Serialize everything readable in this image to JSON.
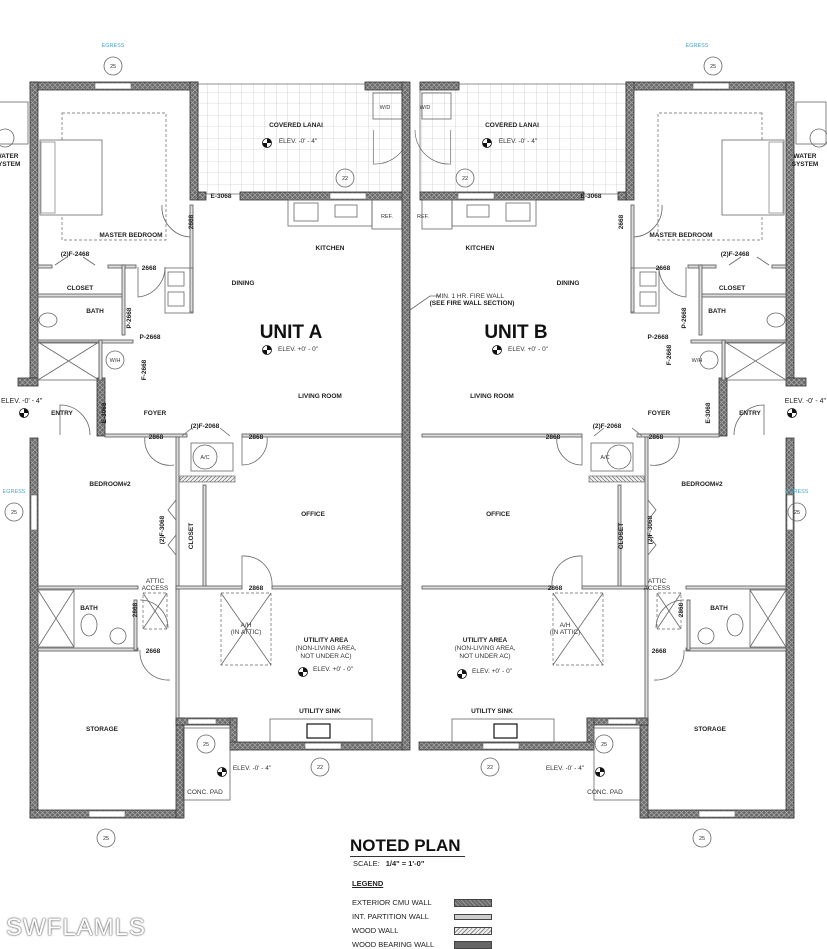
{
  "plan": {
    "title": "NOTED PLAN",
    "scale_label": "SCALE:",
    "scale_value": "1/4\" = 1'-0\"",
    "legend_title": "LEGEND",
    "legend": [
      {
        "label": "EXTERIOR CMU WALL",
        "swatch": "cmu"
      },
      {
        "label": "INT. PARTITION WALL",
        "swatch": "partition"
      },
      {
        "label": "WOOD WALL",
        "swatch": "wood"
      },
      {
        "label": "WOOD BEARING WALL",
        "swatch": "bearing"
      }
    ]
  },
  "units": {
    "a": "UNIT A",
    "b": "UNIT B"
  },
  "rooms": {
    "covered_lanai": "COVERED LANAI",
    "master_bedroom": "MASTER BEDROOM",
    "kitchen": "KITCHEN",
    "dining": "DINING",
    "closet": "CLOSET",
    "bath": "BATH",
    "living_room": "LIVING ROOM",
    "entry": "ENTRY",
    "foyer": "FOYER",
    "bedroom2": "BEDROOM#2",
    "office": "OFFICE",
    "attic_access_1": "ATTIC",
    "attic_access_2": "ACCESS",
    "utility_area": "UTILITY AREA",
    "utility_note_1": "(NON-LIVING AREA,",
    "utility_note_2": "NOT UNDER AC)",
    "utility_sink": "UTILITY SINK",
    "storage": "STORAGE",
    "conc_pad": "CONC. PAD",
    "water_1": "WATER",
    "water_2": "SYSTEM"
  },
  "fixtures": {
    "wd": "W/D",
    "ref": "REF.",
    "wh": "W/H",
    "ac": "A/C",
    "ah_1": "A/H",
    "ah_2": "(IN ATTIC)"
  },
  "elevations": {
    "lanai": "ELEV. -0' - 4\"",
    "main": "ELEV. +0' - 0\"",
    "entry": "ELEV. -0' - 4\"",
    "pad": "ELEV. -0' - 4\""
  },
  "doors": {
    "e3068": "E-3068",
    "d2668": "2668",
    "f2468": "(2)F-2468",
    "p2668": "P-2668",
    "f2668": "F-2668",
    "f2068": "(2)F-2068",
    "d2868": "2868",
    "f3068": "(2)F-3068"
  },
  "firewall_note_1": "MIN. 1 HR. FIRE WALL",
  "firewall_note_2": "(SEE FIRE WALL SECTION)",
  "window_tags": {
    "w25": "25",
    "w22": "22",
    "egress": "EGRESS"
  },
  "watermark": "SWFLAMLS"
}
